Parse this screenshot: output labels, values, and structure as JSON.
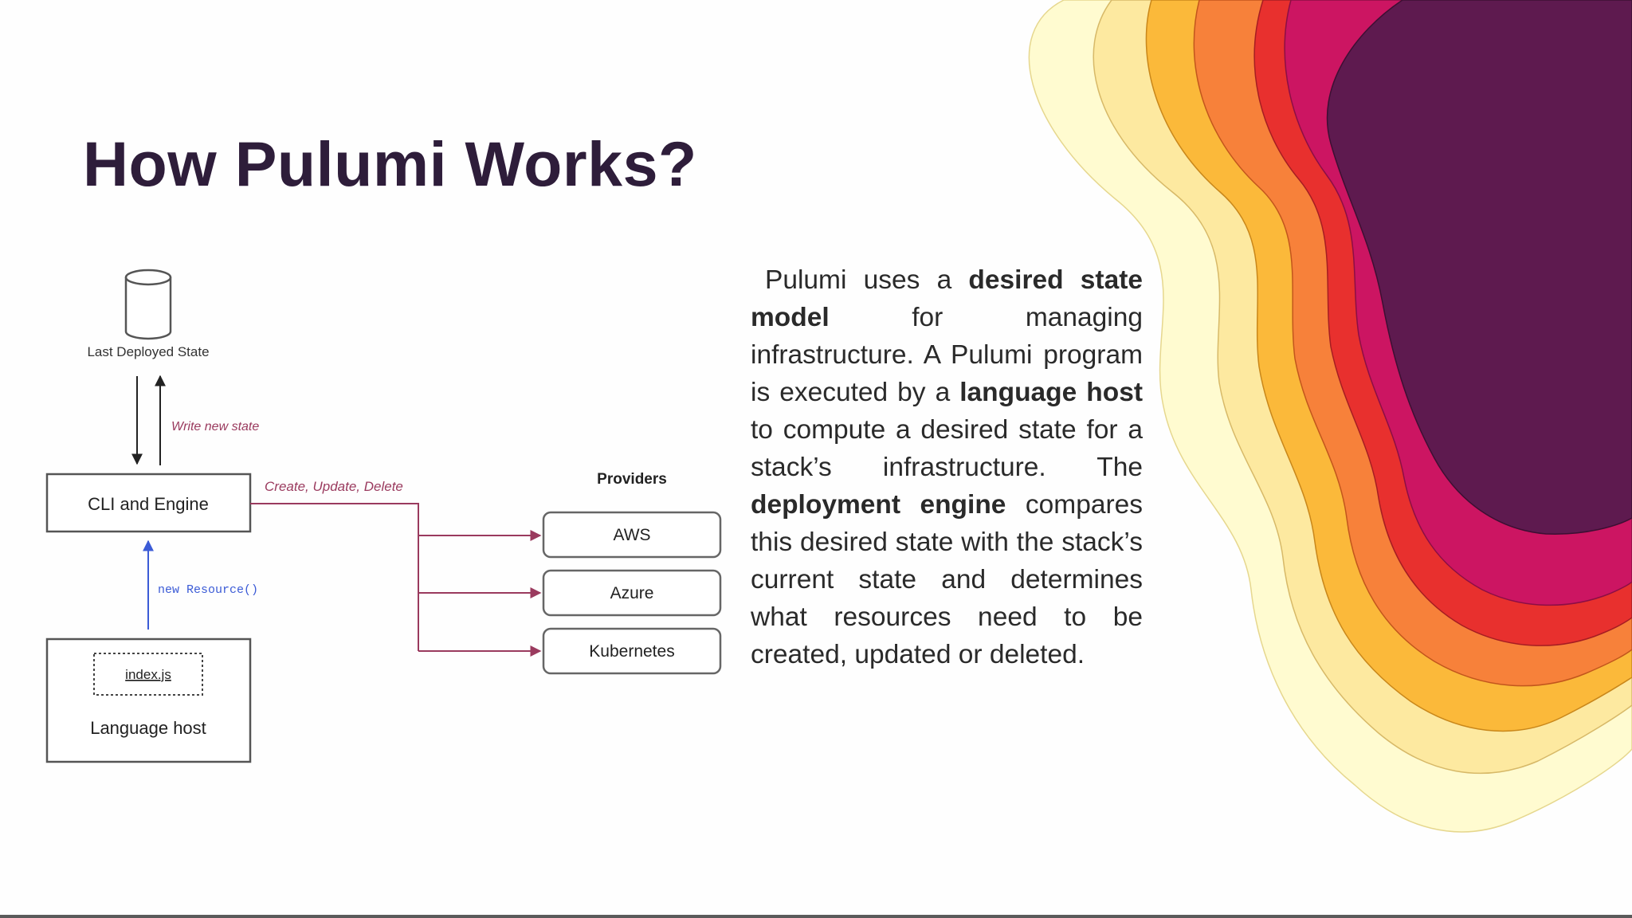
{
  "slide": {
    "title": "How Pulumi Works?",
    "description": [
      {
        "text": "Pulumi uses a ",
        "bold": false
      },
      {
        "text": "desired state model",
        "bold": true
      },
      {
        "text": " for managing infrastructure. A Pulumi program is executed by a ",
        "bold": false
      },
      {
        "text": "language host",
        "bold": true
      },
      {
        "text": " to compute a desired state for a stack’s infrastructure. The ",
        "bold": false
      },
      {
        "text": "deployment engine",
        "bold": true
      },
      {
        "text": " compares this desired state with the stack’s current state and determines what resources need to be created, updated or deleted.",
        "bold": false
      }
    ]
  },
  "diagram": {
    "state_label": "Last Deployed State",
    "write_label": "Write new state",
    "engine_label": "CLI and Engine",
    "ops_label": "Create, Update, Delete",
    "providers_title": "Providers",
    "providers": [
      "AWS",
      "Azure",
      "Kubernetes"
    ],
    "resource_call": "new Resource()",
    "file_label": "index.js",
    "host_label": "Language host"
  },
  "colors": {
    "title": "#2e1d3a",
    "accent_arrow": "#9a3a5e",
    "blue_arrow": "#3b5bd6",
    "wave": [
      "#fffbd0",
      "#fde9a0",
      "#fbb93a",
      "#f7813a",
      "#e8302e",
      "#cc1562",
      "#5e1a4f"
    ]
  }
}
